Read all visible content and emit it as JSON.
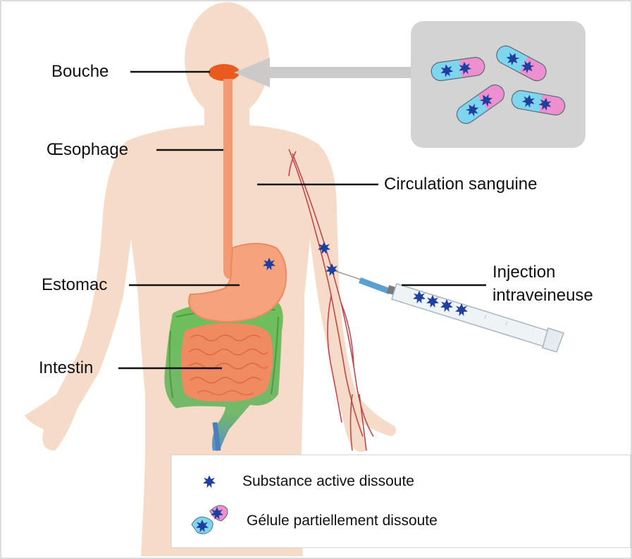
{
  "labels": {
    "mouth": "Bouche",
    "esophagus": "Œsophage",
    "stomach": "Estomac",
    "intestine": "Intestin",
    "circulation": "Circulation sanguine",
    "injection_line1": "Injection",
    "injection_line2": "intraveineuse"
  },
  "legend": {
    "active_substance": "Substance active dissoute",
    "capsule": "Gélule partiellement dissoute"
  },
  "colors": {
    "body": "#f6dcc8",
    "mouth": "#e85a1e",
    "esophagus": "#f29a72",
    "stomach": "#f6a27c",
    "small_intestine": "#f08a60",
    "large_intestine": "#6cbf5a",
    "vein": "#c2464c",
    "particle": "#1e3f9e",
    "capsule_blue": "#7ed6ee",
    "capsule_pink": "#ee8fd0",
    "inset_bg": "#d3d3d3"
  }
}
